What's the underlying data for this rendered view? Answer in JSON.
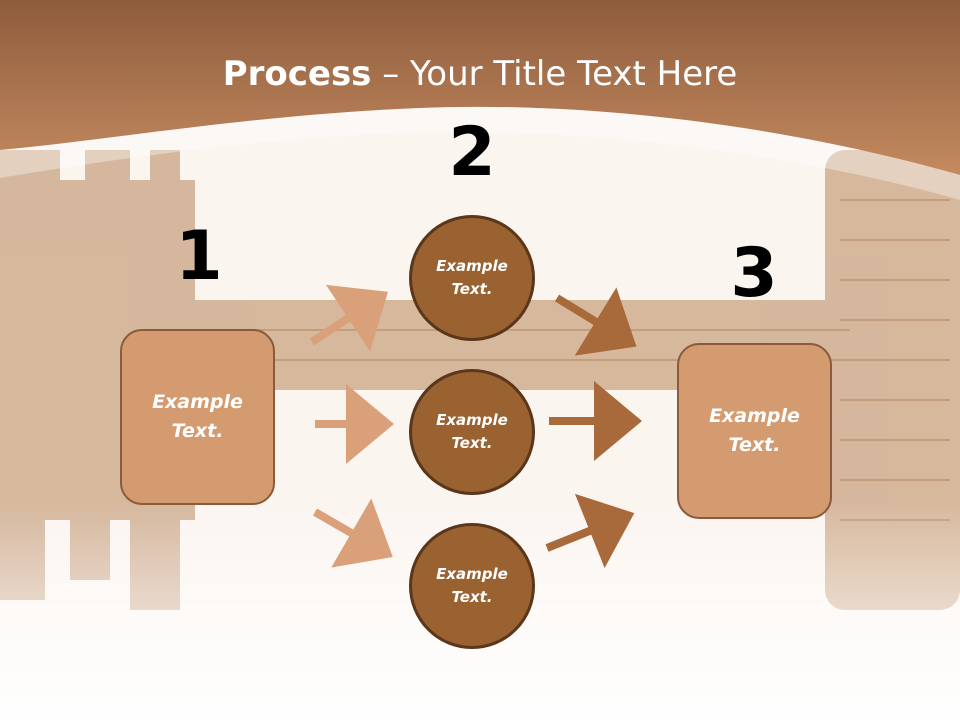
{
  "title": {
    "bold": "Process",
    "rest": " – Your Title Text Here"
  },
  "steps": [
    {
      "number": "1",
      "text": "Example Text."
    },
    {
      "number": "2",
      "text": "Example Text."
    },
    {
      "number": "3",
      "text": "Example Text."
    }
  ],
  "circles": [
    {
      "text": "Example Text."
    },
    {
      "text": "Example Text."
    },
    {
      "text": "Example Text."
    }
  ],
  "colors": {
    "header": "#b5784f",
    "box_fill": "#d49b70",
    "circle_fill": "#9a6131",
    "arrow_light": "#d9a07a",
    "arrow_dark": "#a86a3a"
  },
  "icons": [
    "key-background-image",
    "arrow-icon"
  ]
}
